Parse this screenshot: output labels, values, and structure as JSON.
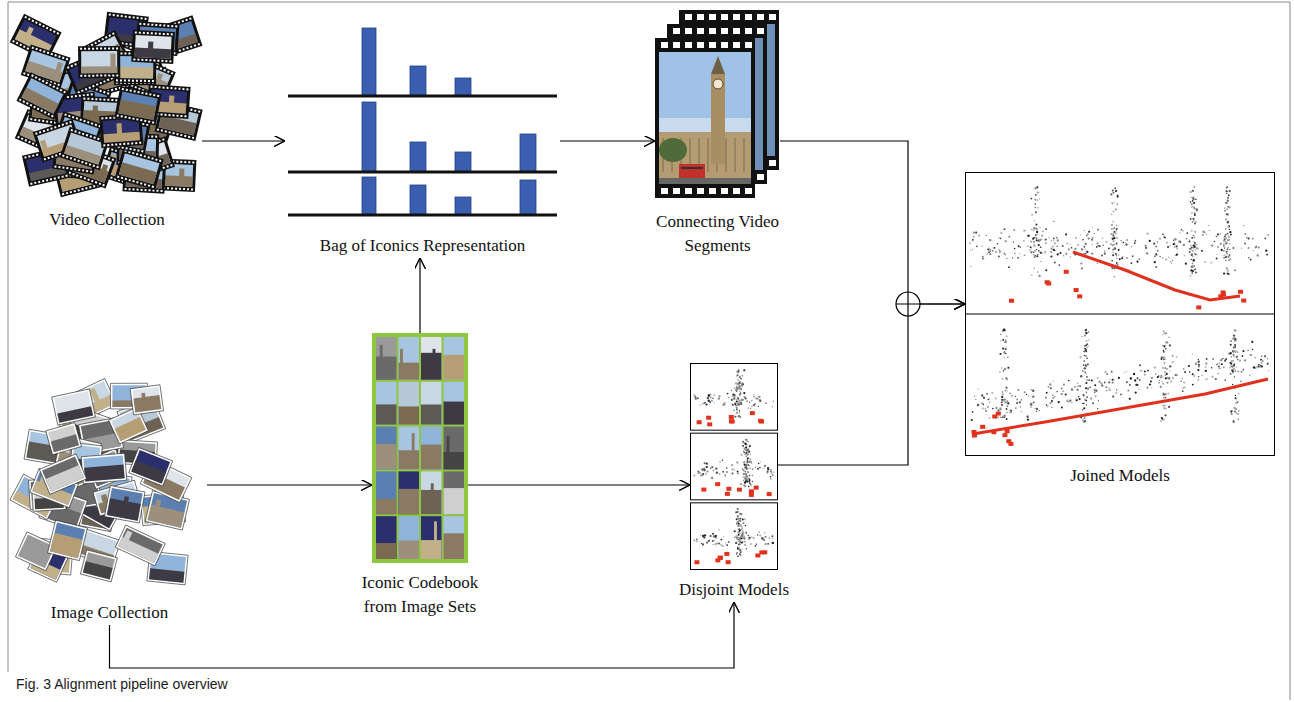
{
  "diagram": {
    "caption": "Fig. 3 Alignment pipeline overview",
    "nodes": [
      {
        "text": [
          "Video Collection"
        ]
      },
      {
        "text": [
          "Bag of Iconics Representation"
        ]
      },
      {
        "text": [
          "Connecting Video Segments"
        ]
      },
      {
        "text": [
          "Image Collection"
        ]
      },
      {
        "text": [
          "Iconic Codebook from Image Sets"
        ]
      },
      {
        "text": [
          "Disjoint Models"
        ]
      },
      {
        "text": [
          "Joined Models"
        ]
      }
    ],
    "edges": [
      {
        "from": 0,
        "to": 1,
        "arrow": "to"
      },
      {
        "from": 1,
        "to": 2,
        "arrow": "to"
      },
      {
        "from": 3,
        "to": 4,
        "arrow": "to"
      },
      {
        "from": 4,
        "to": 1,
        "arrow": "to"
      },
      {
        "from": 4,
        "to": 5,
        "arrow": "to"
      },
      {
        "from": 3,
        "to": 5,
        "arrow": "to"
      },
      {
        "from": 2,
        "to": 6,
        "arrow": "to"
      },
      {
        "from": 5,
        "to": 6,
        "arrow": "to"
      }
    ]
  }
}
